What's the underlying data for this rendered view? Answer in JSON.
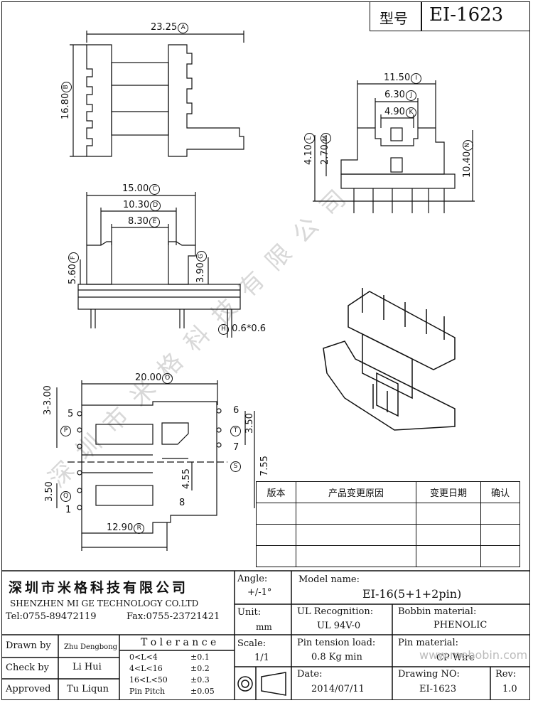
{
  "header": {
    "model_label": "型号",
    "model_value": "EI-1623"
  },
  "watermark": {
    "text": "深圳市米格科技有限公司",
    "url": "www.mebobin.com"
  },
  "dims": {
    "A": {
      "value": "23.25",
      "tag": "A"
    },
    "B": {
      "value": "16.80",
      "tag": "B"
    },
    "C": {
      "value": "15.00",
      "tag": "C"
    },
    "D": {
      "value": "10.30",
      "tag": "D"
    },
    "E": {
      "value": "8.30",
      "tag": "E"
    },
    "F": {
      "value": "5.60",
      "tag": "F"
    },
    "G": {
      "value": "3.90",
      "tag": "G"
    },
    "H": {
      "value": "0.6*0.6",
      "tag": "H"
    },
    "I": {
      "value": "11.50",
      "tag": "I"
    },
    "J": {
      "value": "6.30",
      "tag": "J"
    },
    "K": {
      "value": "4.90",
      "tag": "K"
    },
    "L": {
      "value": "4.10",
      "tag": "L"
    },
    "M": {
      "value": "2.70",
      "tag": "M"
    },
    "N": {
      "value": "10.40",
      "tag": "N"
    },
    "O": {
      "value": "20.00",
      "tag": "O"
    },
    "P": {
      "value": "3-3.00",
      "tag": "P"
    },
    "Q": {
      "value": "3.50",
      "tag": "Q"
    },
    "R": {
      "value": "12.90",
      "tag": "R"
    },
    "S": {
      "value": "7.55",
      "tag": "S"
    },
    "T": {
      "value": "3.50",
      "tag": "T"
    },
    "U": {
      "value": "4.55"
    }
  },
  "pins": [
    "5",
    "6",
    "7",
    "8",
    "1"
  ],
  "revision_table": {
    "headers": [
      "版本",
      "产品变更原因",
      "变更日期",
      "确认"
    ],
    "rows": [
      [
        "",
        "",
        "",
        ""
      ],
      [
        "",
        "",
        "",
        ""
      ],
      [
        "",
        "",
        "",
        ""
      ]
    ]
  },
  "company": {
    "name_cn": "深圳市米格科技有限公司",
    "name_en": "SHENZHEN  MI GE TECHNOLOGY  CO.LTD",
    "tel": "Tel:0755-89472119",
    "fax": "Fax:0755-23721421"
  },
  "angle": {
    "label": "Angle:",
    "value": "+/-1°"
  },
  "unit": {
    "label": "Unit:",
    "value": "mm"
  },
  "scale": {
    "label": "Scale:",
    "value": "1/1"
  },
  "model_name": {
    "label": "Model name:",
    "value": "EI-16(5+1+2pin)"
  },
  "ul": {
    "label": "UL Recognition:",
    "value": "UL 94V-0"
  },
  "bobbin": {
    "label": "Bobbin material:",
    "value": "PHENOLIC"
  },
  "pin_tension": {
    "label": "Pin tension load:",
    "value": "0.8 Kg min"
  },
  "pin_material": {
    "label": "Pin material:",
    "value": "CP Wire"
  },
  "date": {
    "label": "Date:",
    "value": "2014/07/11"
  },
  "drawing_no": {
    "label": "Drawing NO:",
    "value": "EI-1623"
  },
  "rev": {
    "label": "Rev:",
    "value": "1.0"
  },
  "people": {
    "drawn_label": "Drawn by",
    "drawn": "Zhu Dengbong",
    "check_label": "Check by",
    "check": "Li Hui",
    "approved_label": "Approved",
    "approved": "Tu Liqun"
  },
  "tolerance": {
    "title": "T o l e r a n c e",
    "rows": [
      {
        "range": "0<L<4",
        "tol": "±0.1"
      },
      {
        "range": "4<L<16",
        "tol": "±0.2"
      },
      {
        "range": "16<L<50",
        "tol": "±0.3"
      },
      {
        "range": "Pin Pitch",
        "tol": "±0.05"
      }
    ]
  }
}
